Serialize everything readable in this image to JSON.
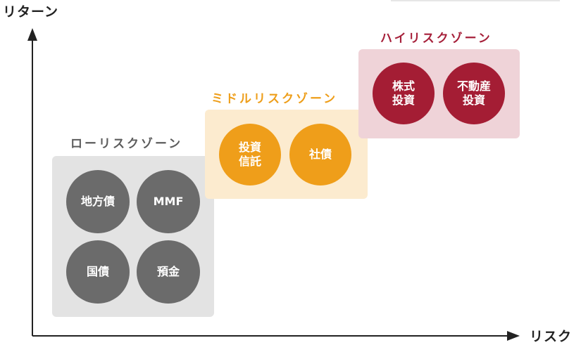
{
  "axes": {
    "y_label": "リターン",
    "x_label": "リスク"
  },
  "zones": {
    "low": {
      "title": "ローリスクゾーン",
      "color": "#e3e3e3",
      "title_color": "#5c5c5c",
      "bubble_color": "#6b6b6b",
      "items": [
        "地方債",
        "MMF",
        "国債",
        "預金"
      ]
    },
    "mid": {
      "title": "ミドルリスクゾーン",
      "color": "#fcebcf",
      "title_color": "#ee9e1a",
      "bubble_color": "#ef9e1a",
      "items": [
        "投資\n信託",
        "社債"
      ]
    },
    "high": {
      "title": "ハイリスクゾーン",
      "color": "#efd3d8",
      "title_color": "#a6203a",
      "bubble_color": "#a41d34",
      "items": [
        "株式\n投資",
        "不動産\n投資"
      ]
    }
  }
}
